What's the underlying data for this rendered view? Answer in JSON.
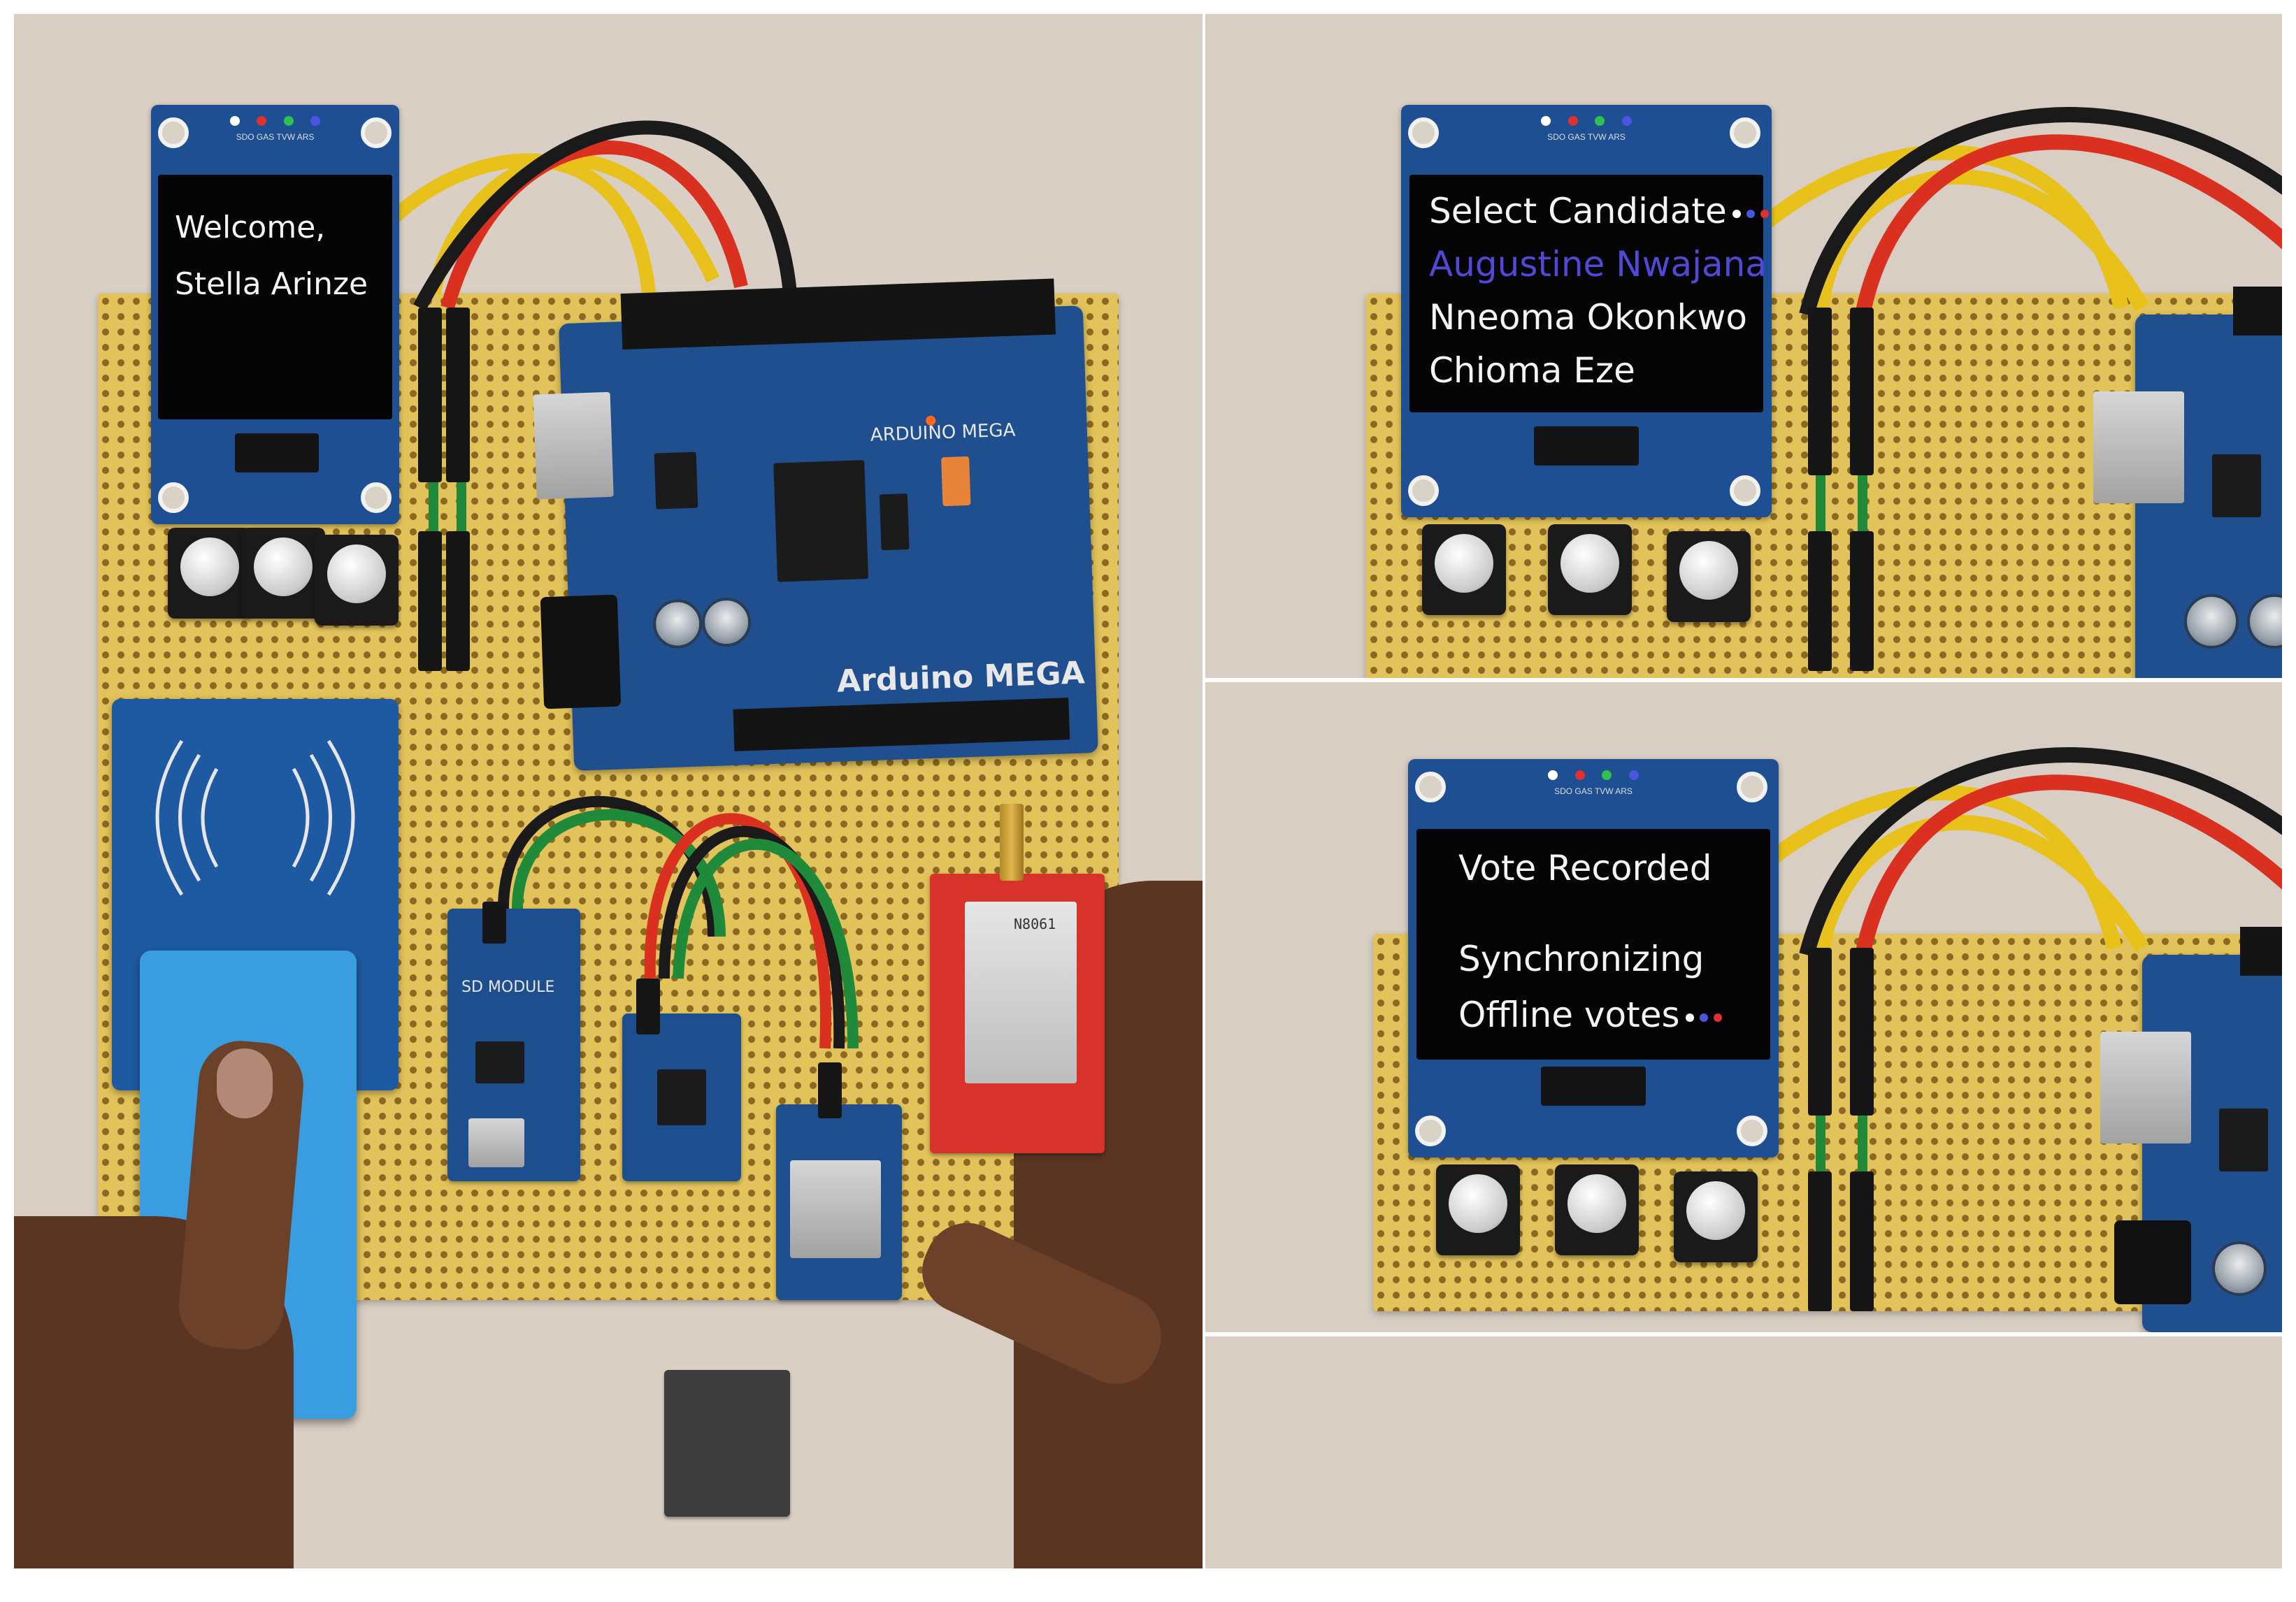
{
  "left_panel": {
    "oled": {
      "led_labels": "SDO  GAS  TVW  ARS",
      "lines": [
        "Welcome,",
        "Stella Arinze"
      ]
    },
    "arduino": {
      "top_label": "ARDUINO MEGA",
      "bottom_label": "Arduino MEGA"
    },
    "sd_module": {
      "label": "SD MODULE"
    },
    "gsm_module": {
      "label": "N8061"
    }
  },
  "top_right_panel": {
    "oled": {
      "led_labels": "SDO  GAS  TVW  ARS",
      "title": "Select Candidate",
      "candidates": [
        "Augustine Nwajana",
        "Nneoma Okonkwo",
        "Chioma Eze"
      ]
    }
  },
  "bottom_right_panel": {
    "oled": {
      "led_labels": "SDO  GAS  TVW  ARS",
      "lines": [
        "Vote Recorded",
        "Synchronizing",
        "Offline votes"
      ]
    }
  },
  "colors": {
    "oled_highlight": "#5148d8",
    "wire_red": "#d9301f",
    "wire_yellow": "#e8c21a",
    "wire_black": "#1a1a1a",
    "wire_green": "#1f8a3a",
    "pager_white": "#ffffff",
    "pager_blue": "#4a55e0",
    "pager_red": "#e03030"
  }
}
